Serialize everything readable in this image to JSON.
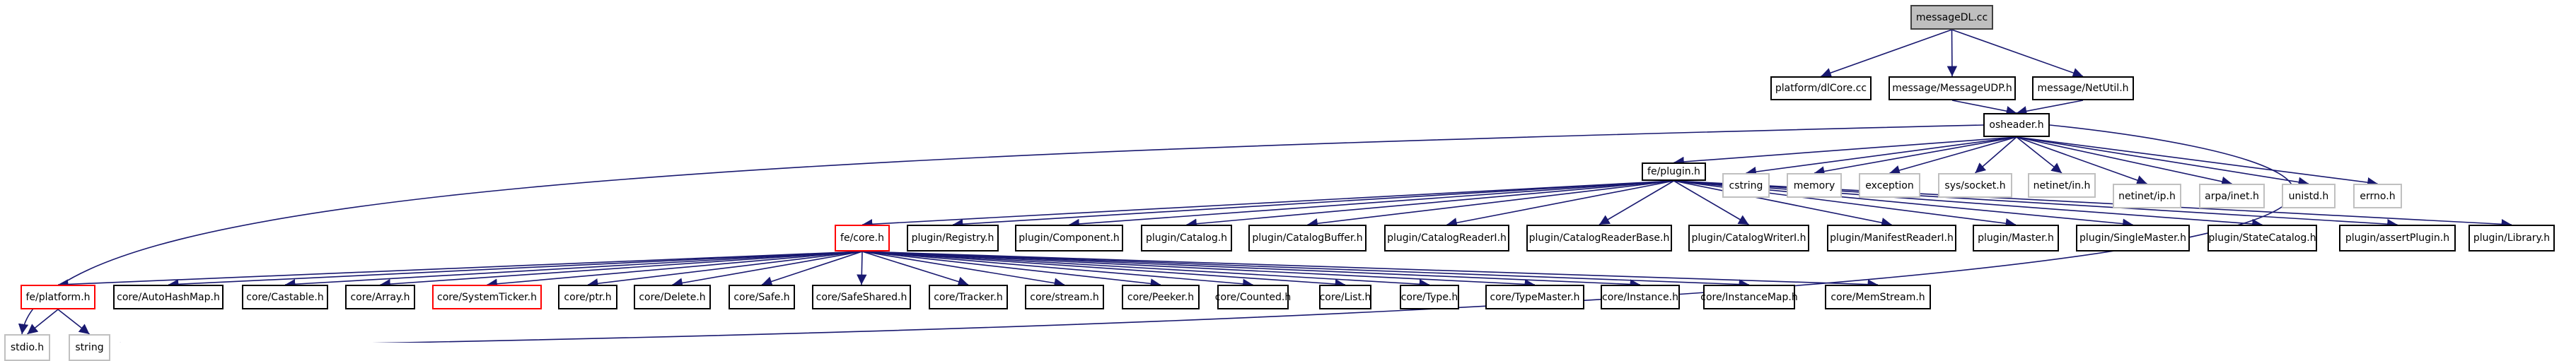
{
  "title": "messageDL.cc include dependency graph",
  "colors": {
    "edge": "#191970",
    "root_fill": "#bfbfbf",
    "external_border": "#c0c0c0",
    "truncated_border": "#ff0000"
  },
  "nodes": [
    {
      "id": "root",
      "label": "messageDL.cc",
      "kind": "root"
    },
    {
      "id": "dlcore",
      "label": "platform/dlCore.cc",
      "kind": "normal"
    },
    {
      "id": "msgudp",
      "label": "message/MessageUDP.h",
      "kind": "normal"
    },
    {
      "id": "netutil",
      "label": "message/NetUtil.h",
      "kind": "normal"
    },
    {
      "id": "osheader",
      "label": "osheader.h",
      "kind": "normal"
    },
    {
      "id": "plugin",
      "label": "fe/plugin.h",
      "kind": "normal"
    },
    {
      "id": "cstring",
      "label": "cstring",
      "kind": "ext"
    },
    {
      "id": "memory",
      "label": "memory",
      "kind": "ext"
    },
    {
      "id": "exception",
      "label": "exception",
      "kind": "ext"
    },
    {
      "id": "socket",
      "label": "sys/socket.h",
      "kind": "ext"
    },
    {
      "id": "netin",
      "label": "netinet/in.h",
      "kind": "ext"
    },
    {
      "id": "netip",
      "label": "netinet/ip.h",
      "kind": "ext"
    },
    {
      "id": "arpainet",
      "label": "arpa/inet.h",
      "kind": "ext"
    },
    {
      "id": "unistd",
      "label": "unistd.h",
      "kind": "ext"
    },
    {
      "id": "errno",
      "label": "errno.h",
      "kind": "ext"
    },
    {
      "id": "core",
      "label": "fe/core.h",
      "kind": "red"
    },
    {
      "id": "registry",
      "label": "plugin/Registry.h",
      "kind": "normal"
    },
    {
      "id": "component",
      "label": "plugin/Component.h",
      "kind": "normal"
    },
    {
      "id": "catalog",
      "label": "plugin/Catalog.h",
      "kind": "normal"
    },
    {
      "id": "catbuf",
      "label": "plugin/CatalogBuffer.h",
      "kind": "normal"
    },
    {
      "id": "catreaderi",
      "label": "plugin/CatalogReaderI.h",
      "kind": "normal"
    },
    {
      "id": "catreaderbase",
      "label": "plugin/CatalogReaderBase.h",
      "kind": "normal"
    },
    {
      "id": "catwriteri",
      "label": "plugin/CatalogWriterI.h",
      "kind": "normal"
    },
    {
      "id": "manifest",
      "label": "plugin/ManifestReaderI.h",
      "kind": "normal"
    },
    {
      "id": "master",
      "label": "plugin/Master.h",
      "kind": "normal"
    },
    {
      "id": "singlemaster",
      "label": "plugin/SingleMaster.h",
      "kind": "normal"
    },
    {
      "id": "statecatalog",
      "label": "plugin/StateCatalog.h",
      "kind": "normal"
    },
    {
      "id": "assertplugin",
      "label": "plugin/assertPlugin.h",
      "kind": "normal"
    },
    {
      "id": "library",
      "label": "plugin/Library.h",
      "kind": "normal"
    },
    {
      "id": "platform",
      "label": "fe/platform.h",
      "kind": "red"
    },
    {
      "id": "autohash",
      "label": "core/AutoHashMap.h",
      "kind": "normal"
    },
    {
      "id": "castable",
      "label": "core/Castable.h",
      "kind": "normal"
    },
    {
      "id": "array",
      "label": "core/Array.h",
      "kind": "normal"
    },
    {
      "id": "ticker",
      "label": "core/SystemTicker.h",
      "kind": "red"
    },
    {
      "id": "ptr",
      "label": "core/ptr.h",
      "kind": "normal"
    },
    {
      "id": "delete",
      "label": "core/Delete.h",
      "kind": "normal"
    },
    {
      "id": "safe",
      "label": "core/Safe.h",
      "kind": "normal"
    },
    {
      "id": "safeshared",
      "label": "core/SafeShared.h",
      "kind": "normal"
    },
    {
      "id": "tracker",
      "label": "core/Tracker.h",
      "kind": "normal"
    },
    {
      "id": "stream",
      "label": "core/stream.h",
      "kind": "normal"
    },
    {
      "id": "peeker",
      "label": "core/Peeker.h",
      "kind": "normal"
    },
    {
      "id": "counted",
      "label": "core/Counted.h",
      "kind": "normal"
    },
    {
      "id": "list",
      "label": "core/List.h",
      "kind": "normal"
    },
    {
      "id": "type",
      "label": "core/Type.h",
      "kind": "normal"
    },
    {
      "id": "typemaster",
      "label": "core/TypeMaster.h",
      "kind": "normal"
    },
    {
      "id": "instance",
      "label": "core/Instance.h",
      "kind": "normal"
    },
    {
      "id": "instancemap",
      "label": "core/InstanceMap.h",
      "kind": "normal"
    },
    {
      "id": "memstream",
      "label": "core/MemStream.h",
      "kind": "normal"
    },
    {
      "id": "stdio",
      "label": "stdio.h",
      "kind": "ext"
    },
    {
      "id": "string",
      "label": "string",
      "kind": "ext"
    }
  ],
  "edges": [
    [
      "root",
      "dlcore"
    ],
    [
      "root",
      "msgudp"
    ],
    [
      "root",
      "netutil"
    ],
    [
      "msgudp",
      "osheader"
    ],
    [
      "netutil",
      "osheader"
    ],
    [
      "osheader",
      "plugin"
    ],
    [
      "osheader",
      "cstring"
    ],
    [
      "osheader",
      "memory"
    ],
    [
      "osheader",
      "exception"
    ],
    [
      "osheader",
      "socket"
    ],
    [
      "osheader",
      "netin"
    ],
    [
      "osheader",
      "netip"
    ],
    [
      "osheader",
      "arpainet"
    ],
    [
      "osheader",
      "unistd"
    ],
    [
      "osheader",
      "errno"
    ],
    [
      "osheader",
      "stdio"
    ],
    [
      "osheader",
      "string"
    ],
    [
      "plugin",
      "core"
    ],
    [
      "plugin",
      "registry"
    ],
    [
      "plugin",
      "component"
    ],
    [
      "plugin",
      "catalog"
    ],
    [
      "plugin",
      "catbuf"
    ],
    [
      "plugin",
      "catreaderi"
    ],
    [
      "plugin",
      "catreaderbase"
    ],
    [
      "plugin",
      "catwriteri"
    ],
    [
      "plugin",
      "manifest"
    ],
    [
      "plugin",
      "master"
    ],
    [
      "plugin",
      "singlemaster"
    ],
    [
      "plugin",
      "statecatalog"
    ],
    [
      "plugin",
      "assertplugin"
    ],
    [
      "plugin",
      "library"
    ],
    [
      "core",
      "platform"
    ],
    [
      "core",
      "autohash"
    ],
    [
      "core",
      "castable"
    ],
    [
      "core",
      "array"
    ],
    [
      "core",
      "ticker"
    ],
    [
      "core",
      "ptr"
    ],
    [
      "core",
      "delete"
    ],
    [
      "core",
      "safe"
    ],
    [
      "core",
      "safeshared"
    ],
    [
      "core",
      "tracker"
    ],
    [
      "core",
      "stream"
    ],
    [
      "core",
      "peeker"
    ],
    [
      "core",
      "counted"
    ],
    [
      "core",
      "list"
    ],
    [
      "core",
      "type"
    ],
    [
      "core",
      "typemaster"
    ],
    [
      "core",
      "instance"
    ],
    [
      "core",
      "instancemap"
    ],
    [
      "core",
      "memstream"
    ],
    [
      "platform",
      "stdio"
    ],
    [
      "platform",
      "string"
    ]
  ]
}
